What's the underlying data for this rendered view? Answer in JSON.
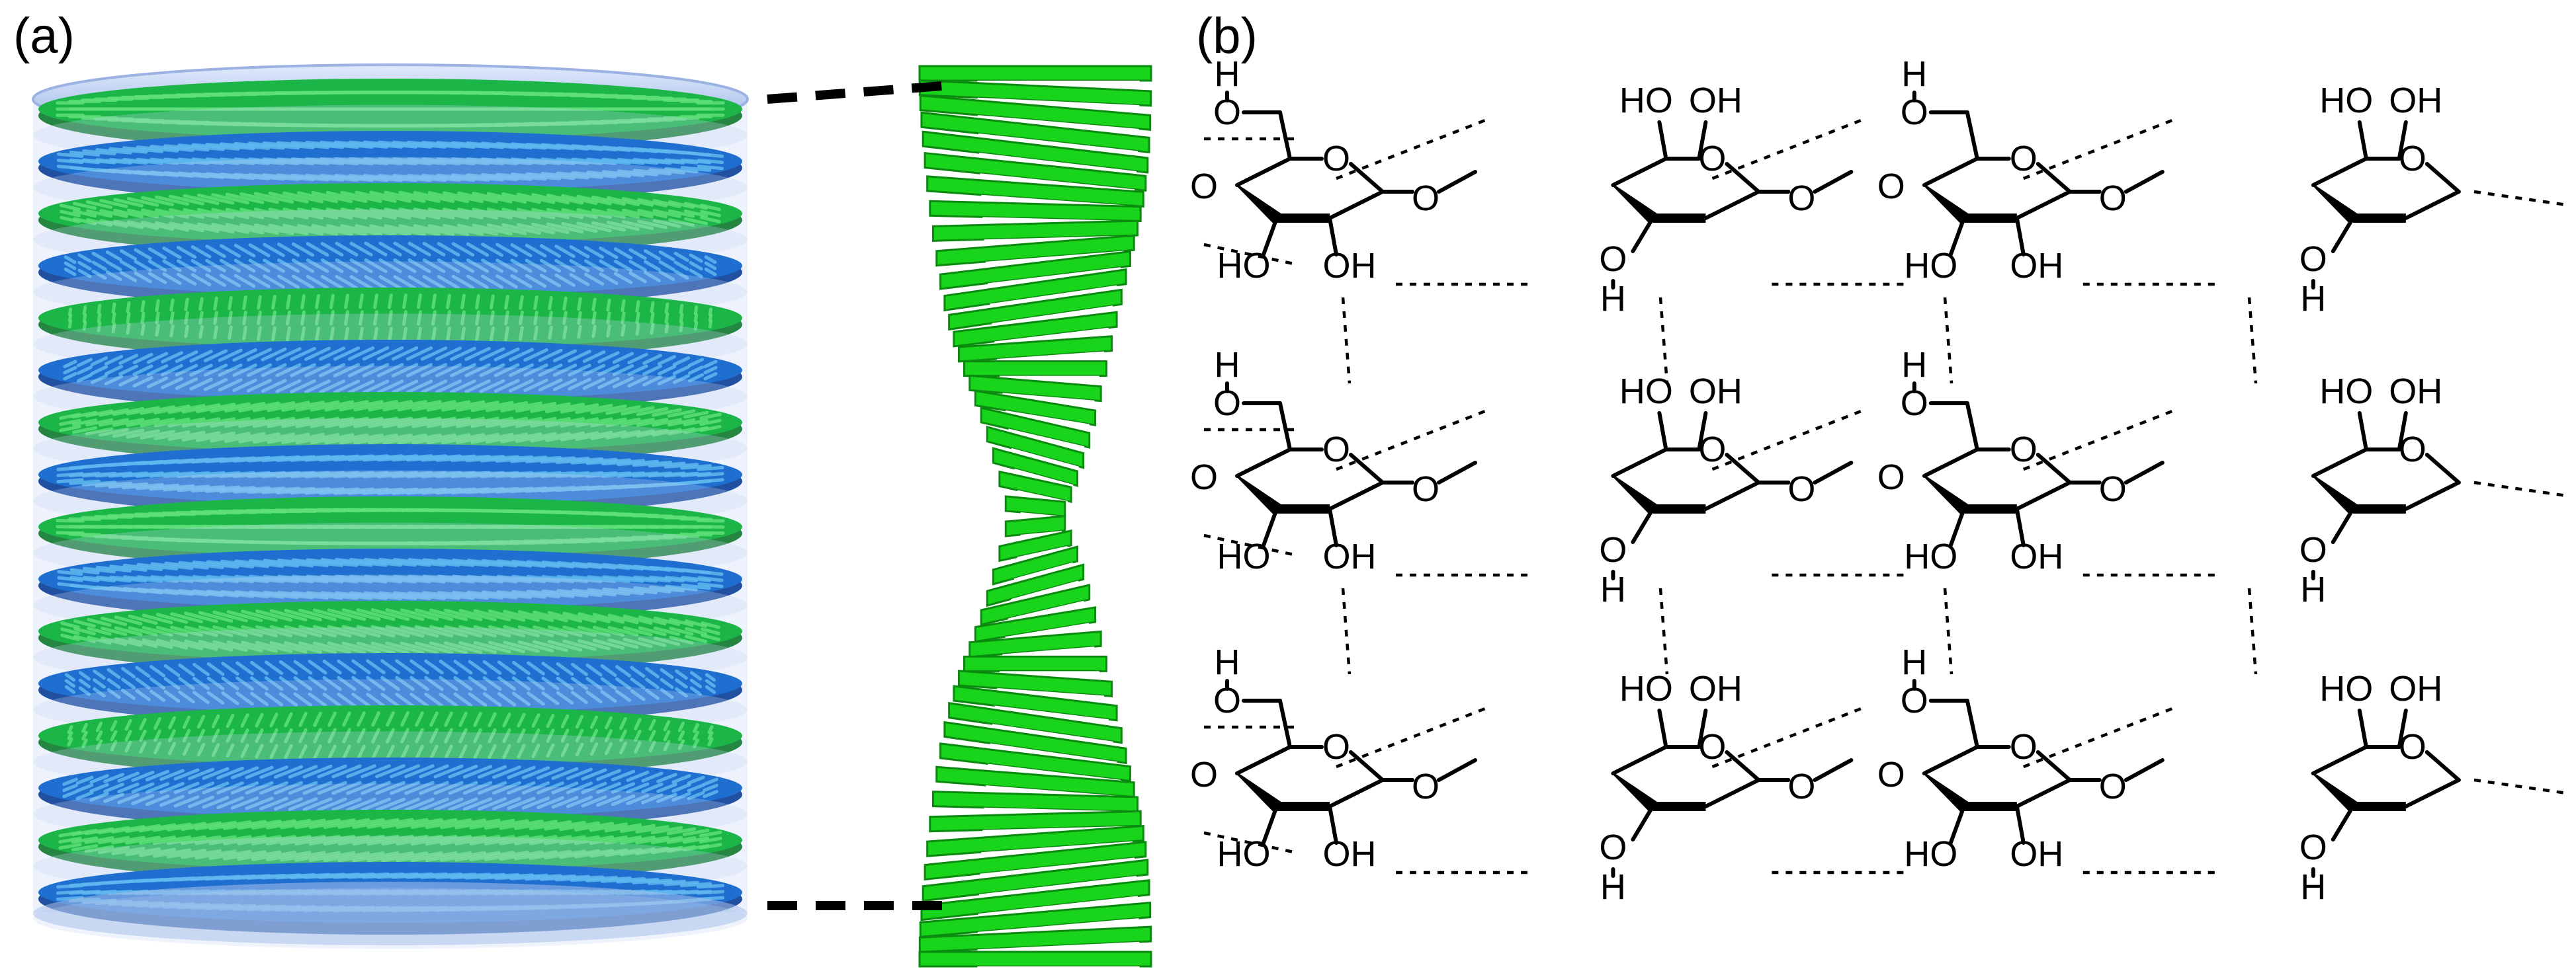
{
  "panels": {
    "a": {
      "label": "(a)"
    },
    "b": {
      "label": "(b)"
    }
  },
  "colors": {
    "green_light": "#5fe07a",
    "green_mid": "#1bb548",
    "green_dark": "#0d7a2c",
    "blue_light": "#5fb8ef",
    "blue_mid": "#1f6fd0",
    "blue_dark": "#0a3e96",
    "helix_green": "#18d41a",
    "helix_dark": "#0b8a10",
    "connector": "#000000"
  },
  "stack": {
    "layer_count": 16
  },
  "cellulose": {
    "chain_count": 3,
    "labels": {
      "O": "O",
      "OH": "OH",
      "HO": "HO",
      "H": "H"
    }
  }
}
